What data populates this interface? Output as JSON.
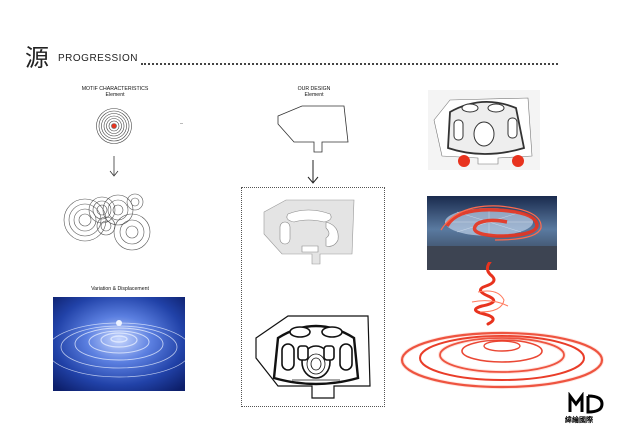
{
  "header": {
    "glyph": "源",
    "title": "PROGRESSION"
  },
  "left_column": {
    "title": "MOTIF CHARACTERISTICS",
    "subtitle": "Element",
    "photo_caption": "Variation & Displacement"
  },
  "middle_column": {
    "title": "OUR DESIGN",
    "subtitle": "Element"
  },
  "logo": {
    "mark": "MD",
    "text": "緯綸國際"
  },
  "colors": {
    "accent_red": "#e8331e",
    "line": "#222222",
    "water_blue": "#2d4fb5"
  },
  "icons": [
    "down-arrow-icon",
    "down-arrow-icon"
  ]
}
